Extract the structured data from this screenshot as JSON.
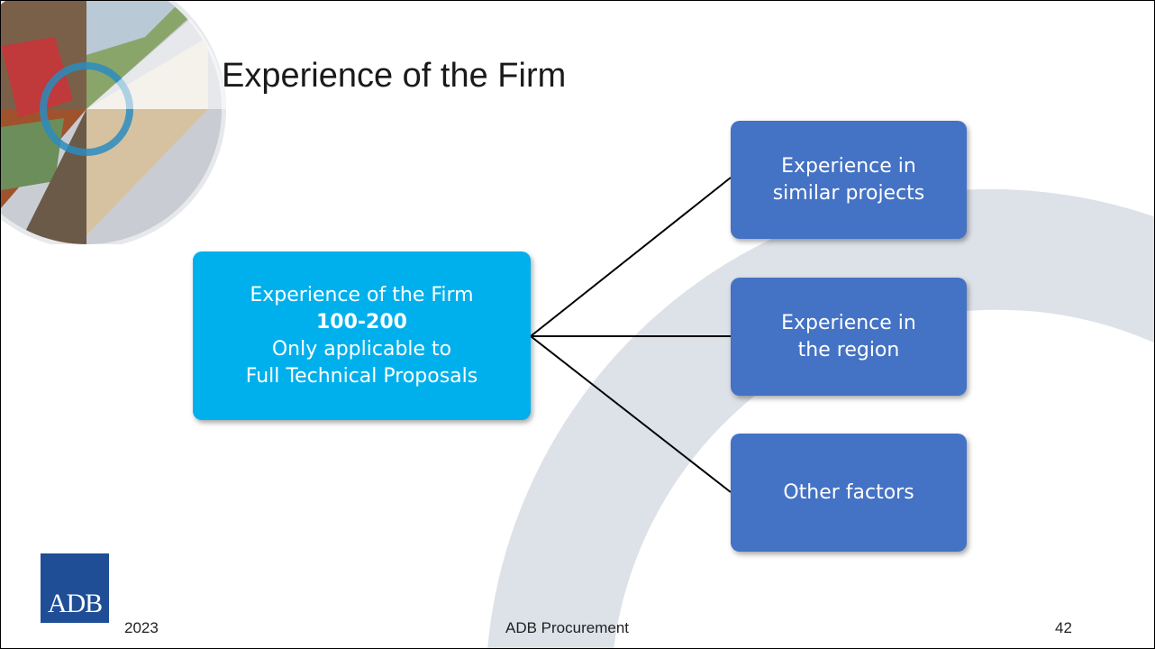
{
  "slide": {
    "title": "Experience of the Firm",
    "main_box": {
      "line1": "Experience of the Firm",
      "points_range": "100-200",
      "line3": "Only applicable to",
      "line4": "Full Technical Proposals",
      "color": "#00b0ec"
    },
    "branches": [
      {
        "line1": "Experience in",
        "line2": "similar projects"
      },
      {
        "line1": "Experience in",
        "line2": "the region"
      },
      {
        "line1": "Other factors",
        "line2": ""
      }
    ],
    "branch_color": "#4472c4",
    "logo_text": "ADB",
    "footer": {
      "year": "2023",
      "center": "ADB Procurement",
      "page_number": "42"
    }
  }
}
